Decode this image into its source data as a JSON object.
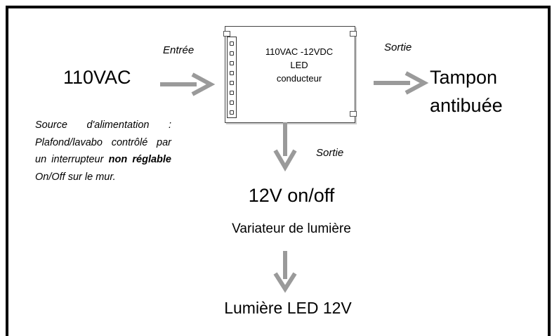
{
  "input": {
    "label": "Entrée",
    "source": "110VAC"
  },
  "driver": {
    "line1": "110VAC -12VDC",
    "line2": "LED",
    "line3": "conducteur"
  },
  "output_right": {
    "label": "Sortie",
    "target_line1": "Tampon",
    "target_line2": "antibuée"
  },
  "output_down": {
    "label": "Sortie",
    "title": "12V on/off",
    "subtitle": "Variateur de lumière"
  },
  "final": {
    "label": "Lumière LED 12V"
  },
  "note": {
    "part1": "Source d'alimentation : Plafond/lavabo contrôlé par un interrupteur",
    "bold1": "non réglable",
    "part2": "On/Off sur le mur."
  },
  "colors": {
    "arrow": "#9a9a9a",
    "frame": "#000000"
  }
}
